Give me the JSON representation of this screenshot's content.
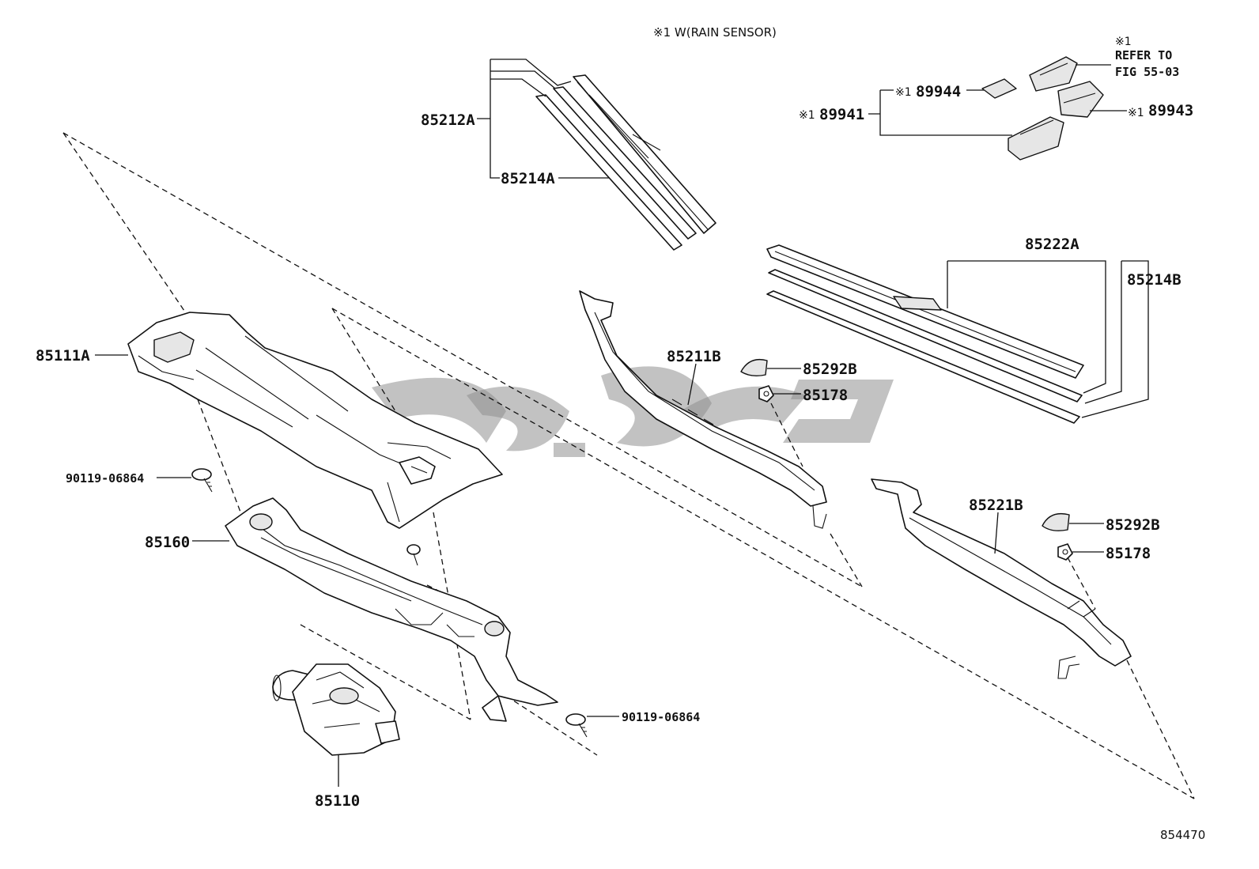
{
  "header": {
    "note": "※1 W(RAIN SENSOR)"
  },
  "callouts": {
    "p85212A": "85212A",
    "p85214A": "85214A",
    "p89944": "89944",
    "p89941": "89941",
    "p89943": "89943",
    "ref_mark": "※1",
    "ref_line1": "REFER TO",
    "ref_line2": "FIG 55-03",
    "p85222A": "85222A",
    "p85214B": "85214B",
    "p85111A": "85111A",
    "p85211B": "85211B",
    "p85292B_top": "85292B",
    "p85178_top": "85178",
    "p90119_top": "90119-06864",
    "p85160": "85160",
    "p85221B": "85221B",
    "p85292B_bottom": "85292B",
    "p85178_bottom": "85178",
    "p90119_bottom": "90119-06864",
    "p85110": "85110"
  },
  "figure_number": "854470",
  "icons": {
    "watermark": "brand-logo-watermark"
  }
}
